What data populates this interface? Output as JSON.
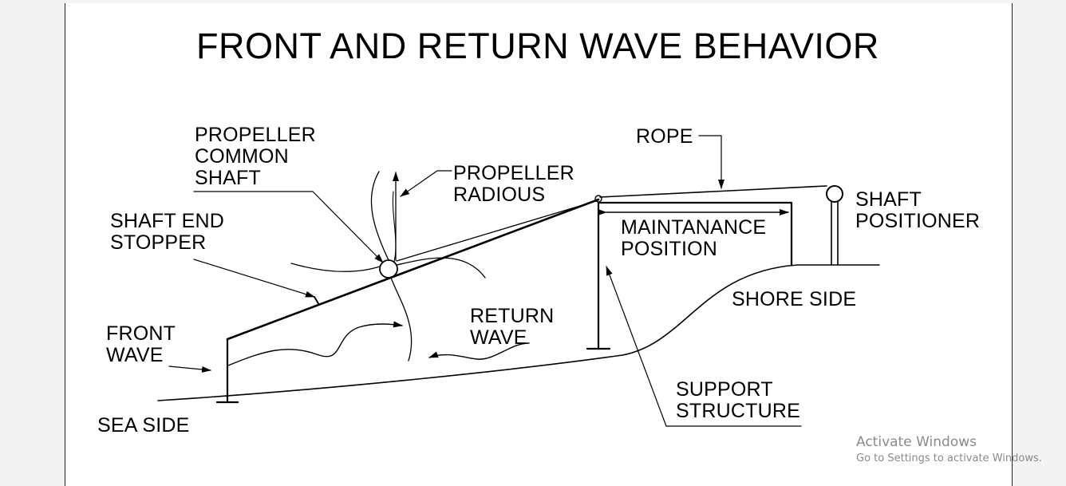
{
  "title": "FRONT AND RETURN WAVE BEHAVIOR",
  "labels": {
    "propeller_common_shaft": "PROPELLER\nCOMMON\nSHAFT",
    "propeller_radious": "PROPELLER\nRADIOUS",
    "rope": "ROPE",
    "shaft_positioner": "SHAFT\nPOSITIONER",
    "shaft_end_stopper": "SHAFT END\nSTOPPER",
    "maintanance_position": "MAINTANANCE\nPOSITION",
    "shore_side": "SHORE SIDE",
    "front_wave": "FRONT\nWAVE",
    "return_wave": "RETURN\nWAVE",
    "support_structure": "SUPPORT\nSTRUCTURE",
    "sea_side": "SEA SIDE"
  },
  "watermark": {
    "line1": "Activate Windows",
    "line2": "Go to Settings to activate Windows."
  },
  "colors": {
    "line": "#000000",
    "background": "#ffffff",
    "watermark": "#8a8a8a"
  }
}
